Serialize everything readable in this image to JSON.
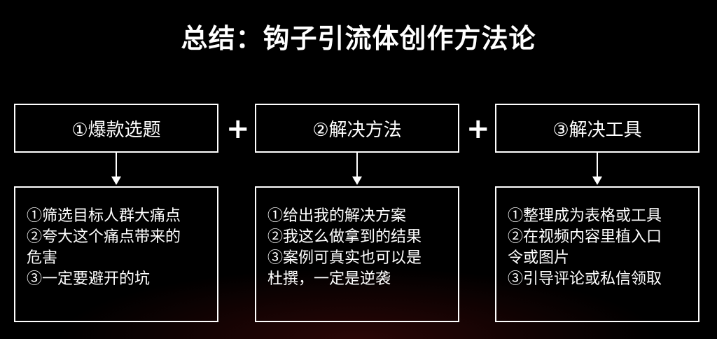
{
  "title": "总结：钩子引流体创作方法论",
  "plus_symbol": "+",
  "columns": [
    {
      "header": "①爆款选题",
      "lines": [
        "①筛选目标人群大痛点",
        "②夸大这个痛点带来的",
        "危害",
        "③一定要避开的坑"
      ]
    },
    {
      "header": "②解决方法",
      "lines": [
        "①给出我的解决方案",
        "②我这么做拿到的结果",
        "③案例可真实也可以是",
        "杜撰，一定是逆袭"
      ]
    },
    {
      "header": "③解决工具",
      "lines": [
        "①整理成为表格或工具",
        "②在视频内容里植入口",
        "令或图片",
        "③引导评论或私信领取"
      ]
    }
  ]
}
